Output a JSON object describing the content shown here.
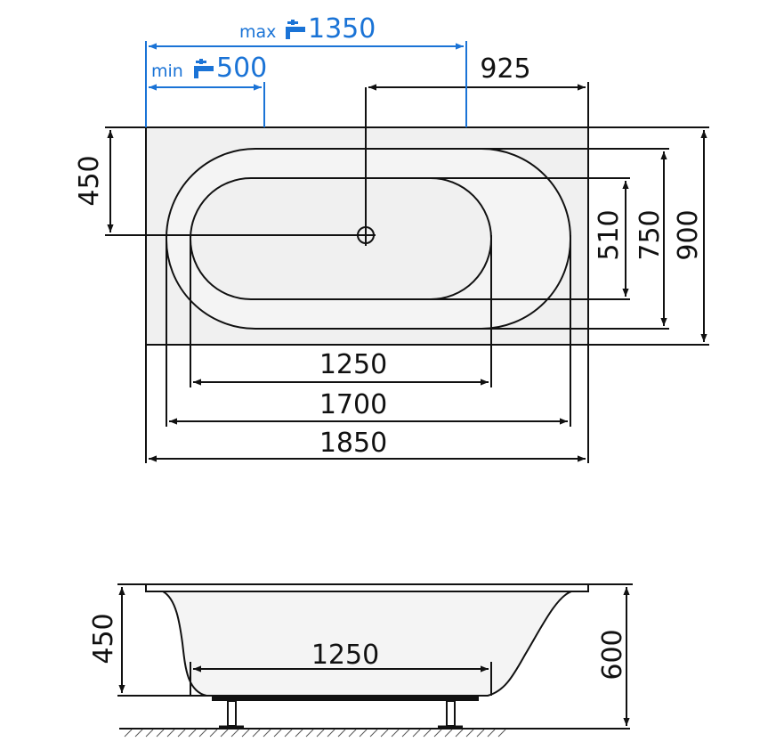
{
  "top_view": {
    "blue_max_label": "max",
    "blue_max_value": "1350",
    "blue_min_label": "min",
    "blue_min_value": "500",
    "dim_925": "925",
    "dim_450": "450",
    "dim_510": "510",
    "dim_750": "750",
    "dim_900": "900",
    "dim_1250": "1250",
    "dim_1700": "1700",
    "dim_1850": "1850"
  },
  "side_view": {
    "dim_450": "450",
    "dim_1250": "1250",
    "dim_600": "600"
  },
  "colors": {
    "line": "#111111",
    "accent_blue": "#1a73d6",
    "tub_fill": "#f0f0f0"
  },
  "icons": [
    "faucet-icon"
  ]
}
